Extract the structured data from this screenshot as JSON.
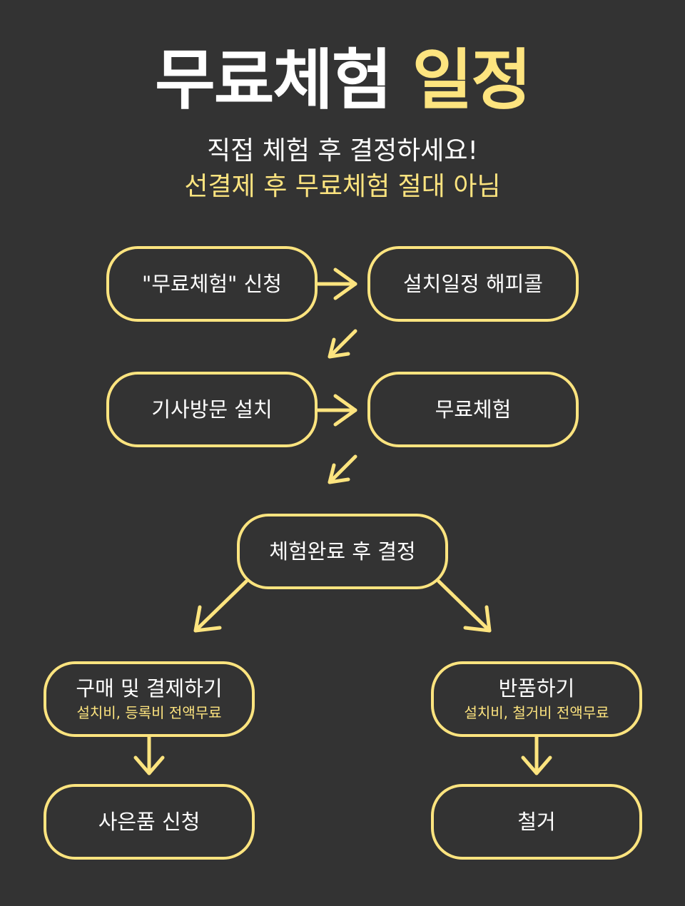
{
  "header": {
    "title_main": "무료체험",
    "title_highlight": "일정",
    "subtitle_line1": "직접 체험 후 결정하세요!",
    "subtitle_line2": "선결제 후 무료체험 절대 아님"
  },
  "colors": {
    "background": "#333333",
    "accent": "#fde47f",
    "text": "#ffffff"
  },
  "steps": [
    {
      "label": "\"무료체험\" 신청"
    },
    {
      "label": "설치일정 해피콜"
    },
    {
      "label": "기사방문 설치"
    },
    {
      "label": "무료체험"
    },
    {
      "label": "체험완료 후 결정"
    },
    {
      "label": "구매 및 결제하기",
      "note": "설치비, 등록비 전액무료"
    },
    {
      "label": "반품하기",
      "note": "설치비, 철거비 전액무료"
    },
    {
      "label": "사은품 신청"
    },
    {
      "label": "철거"
    }
  ]
}
